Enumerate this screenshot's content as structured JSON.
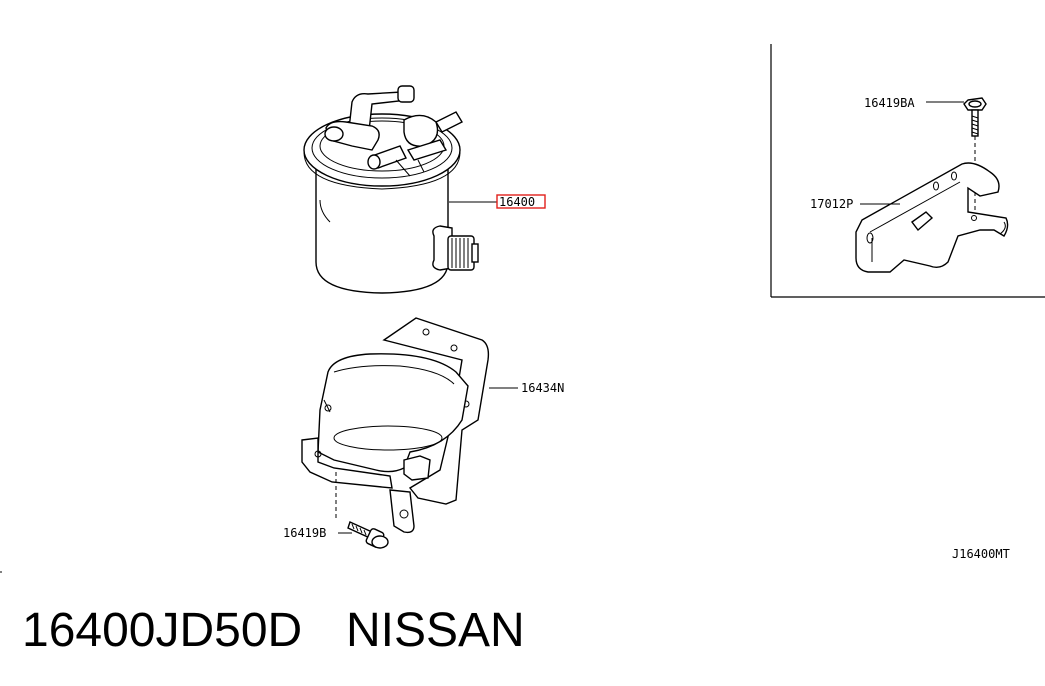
{
  "labels": {
    "part_filter": "16400",
    "part_bracket": "16434N",
    "part_bolt_lower": "16419B",
    "part_bolt_upper": "16419BA",
    "part_bracket_inset": "17012P",
    "diagram_code": "J16400MT"
  },
  "caption": {
    "part_number": "16400JD50D",
    "brand": "NISSAN"
  },
  "colors": {
    "highlight": "#e0201b",
    "ink": "#000000"
  }
}
